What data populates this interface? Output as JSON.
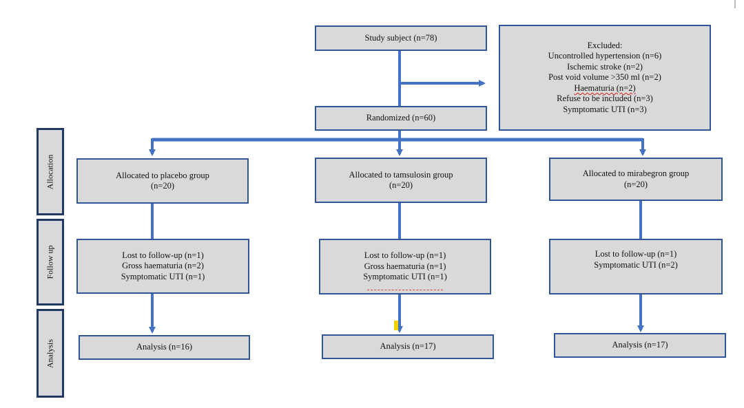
{
  "boxes": {
    "study": {
      "lines": [
        "Study subject (n=78)"
      ]
    },
    "excluded": {
      "lines": [
        "Excluded:",
        "Uncontrolled hypertension (n=6)",
        "Ischemic stroke (n=2)",
        "Post void volume >350 ml (n=2)",
        "Haematuria (n=2)",
        "Refuse to be included (n=3)",
        "Symptomatic UTI (n=3)"
      ]
    },
    "randomized": {
      "lines": [
        "Randomized (n=60)"
      ]
    },
    "placebo": {
      "allocated": [
        "Allocated to placebo group",
        "(n=20)"
      ],
      "followup": [
        "Lost to follow-up (n=1)",
        "Gross haematuria (n=2)",
        "Symptomatic UTI (n=1)"
      ],
      "analysis": "Analysis (n=16)"
    },
    "tamsulosin": {
      "allocated": [
        "Allocated to tamsulosin group",
        "(n=20)"
      ],
      "followup": [
        "Lost to follow-up (n=1)",
        "Gross haematuria (n=1)",
        "Symptomatic UTI (n=1)"
      ],
      "analysis": "Analysis (n=17)"
    },
    "mirabegron": {
      "allocated": [
        "Allocated to mirabegron group",
        "(n=20)"
      ],
      "followup": [
        "Lost to follow-up (n=1)",
        "Symptomatic UTI (n=2)"
      ],
      "analysis": "Analysis (n=17)"
    }
  },
  "side_labels": {
    "allocation": "Allocation",
    "followup": "Follow up",
    "analysis": "Analysis"
  },
  "colors": {
    "box_fill": "#d9d9d9",
    "box_border": "#2f5597",
    "arrow": "#4472c4",
    "side_border": "#1f3864"
  }
}
